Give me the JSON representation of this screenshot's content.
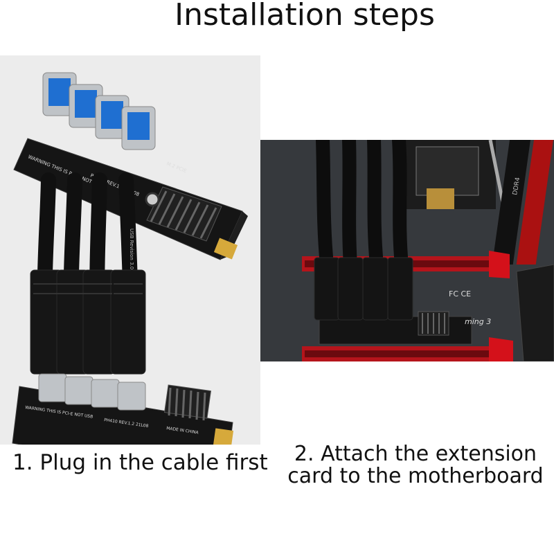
{
  "title": "Installation steps",
  "steps": [
    {
      "caption": "1. Plug in the cable first"
    },
    {
      "caption_line1": "2. Attach the extension",
      "caption_line2": "card to the motherboard"
    }
  ],
  "board_labels": {
    "warning": "WARNING THIS IS PCI-E NOT USB",
    "rev": "PH410  REV.1.2  21L08",
    "made_in": "MADE IN CHINA",
    "m2": "M.2 PCIE",
    "cable_print": "USB  Revision  3.0",
    "fc_marks": "FC  CE",
    "ddr": "DDR4",
    "gaming": "ming 3"
  },
  "colors": {
    "usb_blue": "#1f6fd1",
    "pcb_black": "#141414",
    "gold": "#d6a93b",
    "slot_red": "#d4111a",
    "mobo_dark": "#35383c"
  }
}
